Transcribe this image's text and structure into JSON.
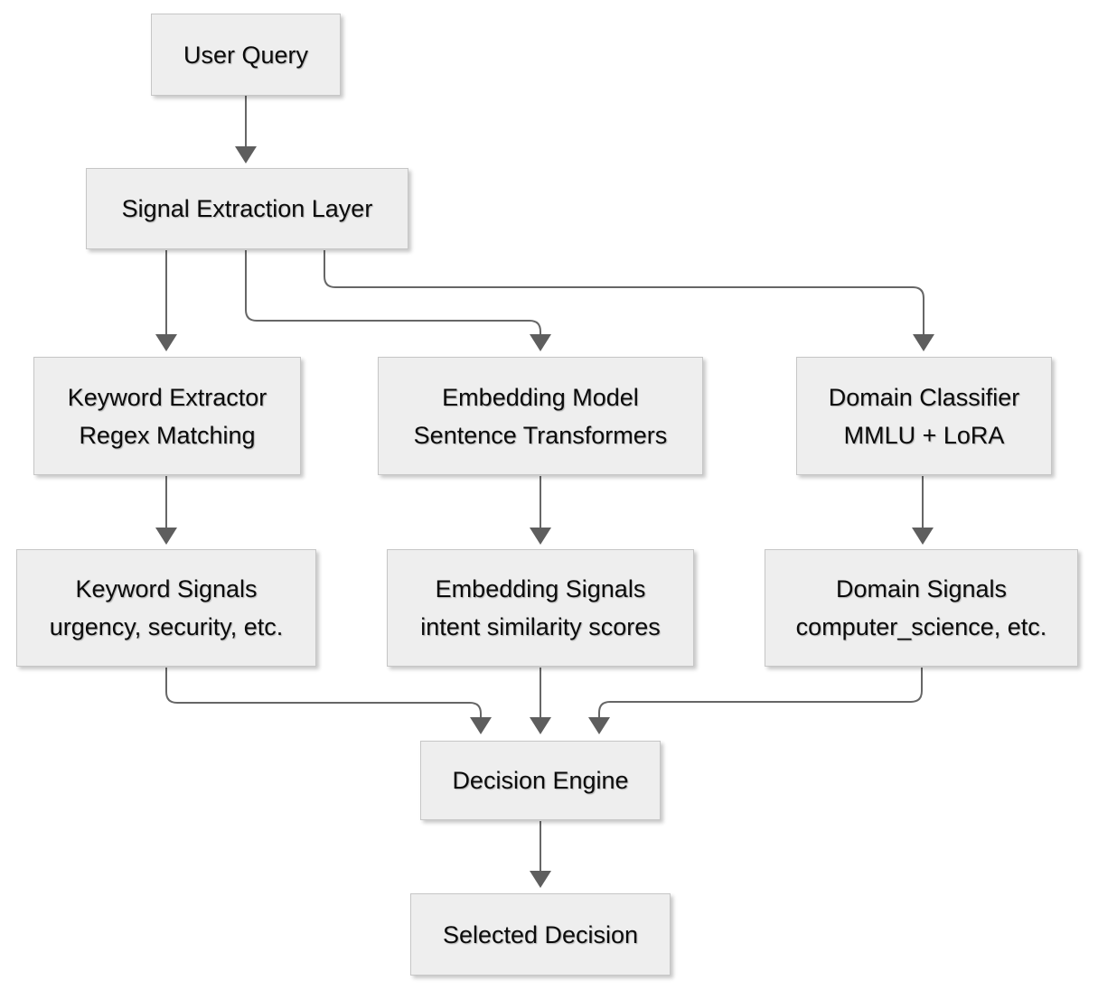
{
  "diagram": {
    "type": "flowchart",
    "colors": {
      "background": "#ffffff",
      "node_fill": "#eeeeee",
      "node_border": "#c6c6c6",
      "edge": "#666666",
      "arrowhead": "#5e5e5e",
      "text": "#0b0b0b"
    },
    "nodes": [
      {
        "id": "user-query",
        "lines": [
          "User Query"
        ]
      },
      {
        "id": "signal-extraction-layer",
        "lines": [
          "Signal Extraction Layer"
        ]
      },
      {
        "id": "keyword-extractor",
        "lines": [
          "Keyword Extractor",
          "Regex Matching"
        ]
      },
      {
        "id": "embedding-model",
        "lines": [
          "Embedding Model",
          "Sentence Transformers"
        ]
      },
      {
        "id": "domain-classifier",
        "lines": [
          "Domain Classifier",
          "MMLU + LoRA"
        ]
      },
      {
        "id": "keyword-signals",
        "lines": [
          "Keyword Signals",
          "urgency, security, etc."
        ]
      },
      {
        "id": "embedding-signals",
        "lines": [
          "Embedding Signals",
          "intent similarity scores"
        ]
      },
      {
        "id": "domain-signals",
        "lines": [
          "Domain Signals",
          "computer_science, etc."
        ]
      },
      {
        "id": "decision-engine",
        "lines": [
          "Decision Engine"
        ]
      },
      {
        "id": "selected-decision",
        "lines": [
          "Selected Decision"
        ]
      }
    ],
    "edges": [
      {
        "from": "user-query",
        "to": "signal-extraction-layer"
      },
      {
        "from": "signal-extraction-layer",
        "to": "keyword-extractor"
      },
      {
        "from": "signal-extraction-layer",
        "to": "embedding-model"
      },
      {
        "from": "signal-extraction-layer",
        "to": "domain-classifier"
      },
      {
        "from": "keyword-extractor",
        "to": "keyword-signals"
      },
      {
        "from": "embedding-model",
        "to": "embedding-signals"
      },
      {
        "from": "domain-classifier",
        "to": "domain-signals"
      },
      {
        "from": "keyword-signals",
        "to": "decision-engine"
      },
      {
        "from": "embedding-signals",
        "to": "decision-engine"
      },
      {
        "from": "domain-signals",
        "to": "decision-engine"
      },
      {
        "from": "decision-engine",
        "to": "selected-decision"
      }
    ]
  }
}
